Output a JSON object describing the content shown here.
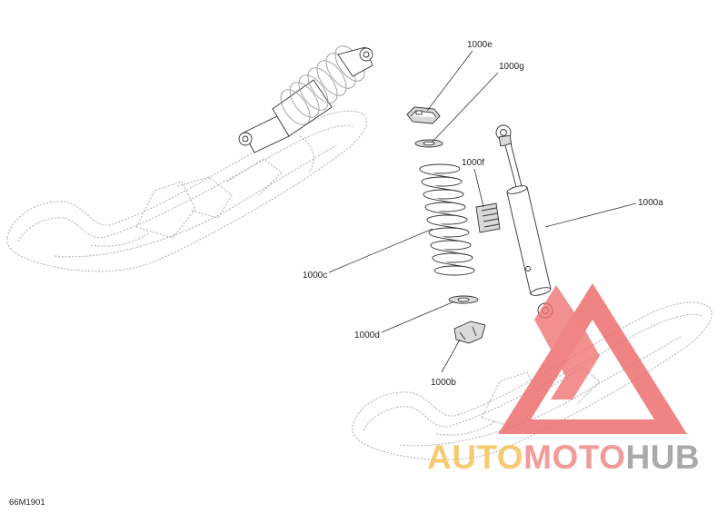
{
  "diagram": {
    "figure_code": "66M1901",
    "labels": [
      {
        "id": "1000e",
        "text": "1000e"
      },
      {
        "id": "1000g",
        "text": "1000g"
      },
      {
        "id": "1000f",
        "text": "1000f"
      },
      {
        "id": "1000a",
        "text": "1000a"
      },
      {
        "id": "1000c",
        "text": "1000c"
      },
      {
        "id": "1000d",
        "text": "1000d"
      },
      {
        "id": "1000b",
        "text": "1000b"
      }
    ]
  },
  "watermark": {
    "word_1": "AUTO",
    "word_2": "MOTO",
    "word_3": "HUB",
    "color_1": "#f6c35a",
    "color_2": "#f08a8a",
    "color_3": "#9b9b9b",
    "triangle_color": "#ee6f6f"
  }
}
